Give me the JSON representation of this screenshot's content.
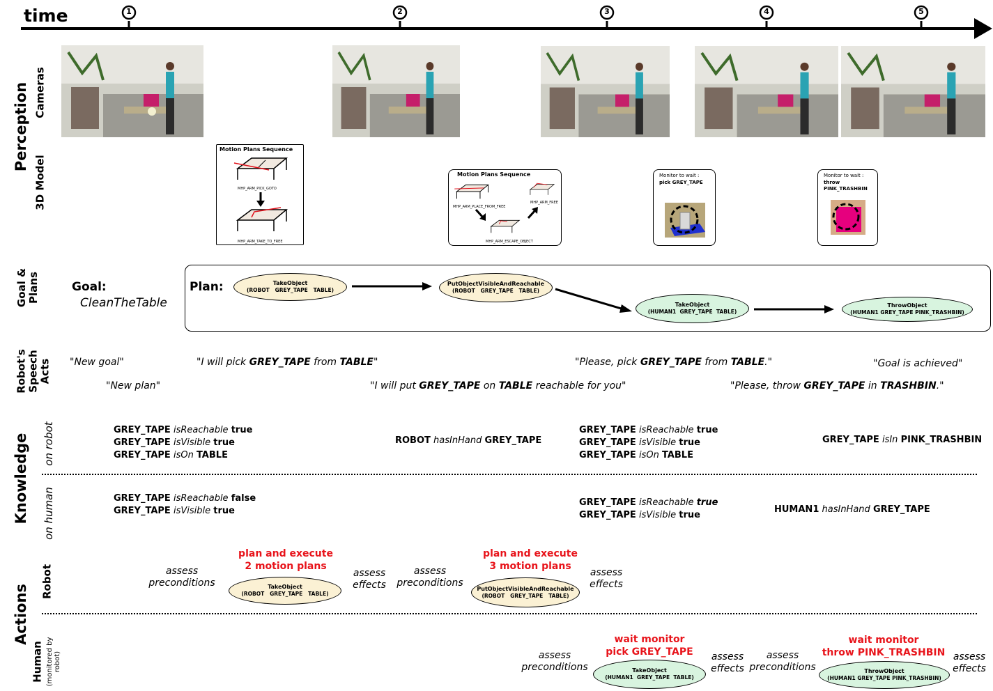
{
  "time_axis": {
    "label": "time",
    "steps": [
      "1",
      "2",
      "3",
      "4",
      "5"
    ]
  },
  "rows": {
    "perception": "Perception",
    "cameras": "Cameras",
    "model3d": "3D Model",
    "goal_plans": [
      "Goal &",
      "Plans"
    ],
    "speech": [
      "Robot's",
      "Speech",
      "Acts"
    ],
    "knowledge": "Knowledge",
    "on_robot": "on robot",
    "on_human": "on human",
    "actions": "Actions",
    "robot": "Robot",
    "human": "Human",
    "human_sub": [
      "(monitored by",
      "robot)"
    ]
  },
  "model3d": {
    "box1": {
      "title": "Motion Plans Sequence",
      "captions": [
        "MHP_ARM_PICK_GOTO",
        "MHP_ARM_TAKE_TO_FREE"
      ]
    },
    "box2": {
      "title": "Motion Plans Sequence",
      "captions": [
        "MHP_ARM_PLACE_FROM_FREE",
        "MHP_ARM_FREE",
        "MHP_ARM_ESCAPE_OBJECT"
      ]
    },
    "box3": {
      "line1": "Monitor to wait :",
      "line2": "pick GREY_TAPE"
    },
    "box4": {
      "line1": "Monitor to wait :",
      "line2": "throw",
      "line3": "PINK_TRASHBIN"
    }
  },
  "goal": {
    "label": "Goal:",
    "name": "CleanTheTable",
    "plan_label": "Plan:",
    "plan": [
      {
        "name": "TakeObject",
        "args": "(ROBOT   GREY_TAPE   TABLE)",
        "agent": "robot"
      },
      {
        "name": "PutObjectVisibleAndReachable",
        "args": "(ROBOT   GREY_TAPE   TABLE)",
        "agent": "robot"
      },
      {
        "name": "TakeObject",
        "args": "(HUMAN1  GREY_TAPE  TABLE)",
        "agent": "human"
      },
      {
        "name": "ThrowObject",
        "args": "(HUMAN1 GREY_TAPE PINK_TRASHBIN)",
        "agent": "human"
      }
    ]
  },
  "speech": {
    "s1": "\"New goal\"",
    "s2": "\"New plan\"",
    "s3": {
      "a": "\"I will pick ",
      "b": "GREY_TAPE",
      "c": " from ",
      "d": "TABLE",
      "e": "\""
    },
    "s4": {
      "a": "\"I will put ",
      "b": "GREY_TAPE",
      "c": " on ",
      "d": "TABLE",
      "e": " reachable for you\""
    },
    "s5": {
      "a": "\"Please, pick ",
      "b": "GREY_TAPE",
      "c": " from ",
      "d": "TABLE",
      "e": ".\""
    },
    "s6": {
      "a": "\"Please, throw ",
      "b": "GREY_TAPE",
      "c": " in ",
      "d": "TRASHBIN",
      "e": ".\""
    },
    "s7": "\"Goal is achieved\""
  },
  "knowledge_robot": {
    "g1": [
      {
        "s": "GREY_TAPE",
        "p": "isReachable",
        "o": "true"
      },
      {
        "s": "GREY_TAPE",
        "p": "isVisible",
        "o": "true"
      },
      {
        "s": "GREY_TAPE",
        "p": "isOn",
        "o": "TABLE"
      }
    ],
    "g2": [
      {
        "s": "ROBOT",
        "p": "hasInHand",
        "o": "GREY_TAPE"
      }
    ],
    "g3": [
      {
        "s": "GREY_TAPE",
        "p": "isReachable",
        "o": "true"
      },
      {
        "s": "GREY_TAPE",
        "p": "isVisible",
        "o": "true"
      },
      {
        "s": "GREY_TAPE",
        "p": "isOn",
        "o": "TABLE"
      }
    ],
    "g4": [
      {
        "s": "GREY_TAPE",
        "p": "isIn",
        "o": "PINK_TRASHBIN"
      }
    ]
  },
  "knowledge_human": {
    "g1": [
      {
        "s": "GREY_TAPE",
        "p": "isReachable",
        "o": "false"
      },
      {
        "s": "GREY_TAPE",
        "p": "isVisible",
        "o": "true"
      }
    ],
    "g2": [
      {
        "s": "GREY_TAPE",
        "p": "isReachable",
        "o": "true"
      },
      {
        "s": "GREY_TAPE",
        "p": "isVisible",
        "o": "true"
      }
    ],
    "g3": [
      {
        "s": "HUMAN1",
        "p": "hasInHand",
        "o": "GREY_TAPE"
      }
    ]
  },
  "actions_robot": {
    "pre1": [
      "assess",
      "preconditions"
    ],
    "exec1": [
      "plan and execute",
      "2 motion plans"
    ],
    "eff1": [
      "assess",
      "effects"
    ],
    "pre2": [
      "assess",
      "preconditions"
    ],
    "exec2": [
      "plan and execute",
      "3 motion plans"
    ],
    "eff2": [
      "assess",
      "effects"
    ],
    "ell1": {
      "name": "TakeObject",
      "args": "(ROBOT   GREY_TAPE   TABLE)"
    },
    "ell2": {
      "name": "PutObjectVisibleAndReachable",
      "args": "(ROBOT   GREY_TAPE   TABLE)"
    }
  },
  "actions_human": {
    "pre1": [
      "assess",
      "preconditions"
    ],
    "wait1": [
      "wait monitor",
      "pick GREY_TAPE"
    ],
    "eff1": [
      "assess",
      "effects"
    ],
    "pre2": [
      "assess",
      "preconditions"
    ],
    "wait2": [
      "wait monitor",
      "throw PINK_TRASHBIN"
    ],
    "eff2": [
      "assess",
      "effects"
    ],
    "ell1": {
      "name": "TakeObject",
      "args": "(HUMAN1  GREY_TAPE  TABLE)"
    },
    "ell2": {
      "name": "ThrowObject",
      "args": "(HUMAN1 GREY_TAPE PINK_TRASHBIN)"
    }
  },
  "colors": {
    "robot_action": "#fbf1d4",
    "human_action": "#d8f4df",
    "highlight": "#e8141b",
    "marker": "#e6007e"
  }
}
